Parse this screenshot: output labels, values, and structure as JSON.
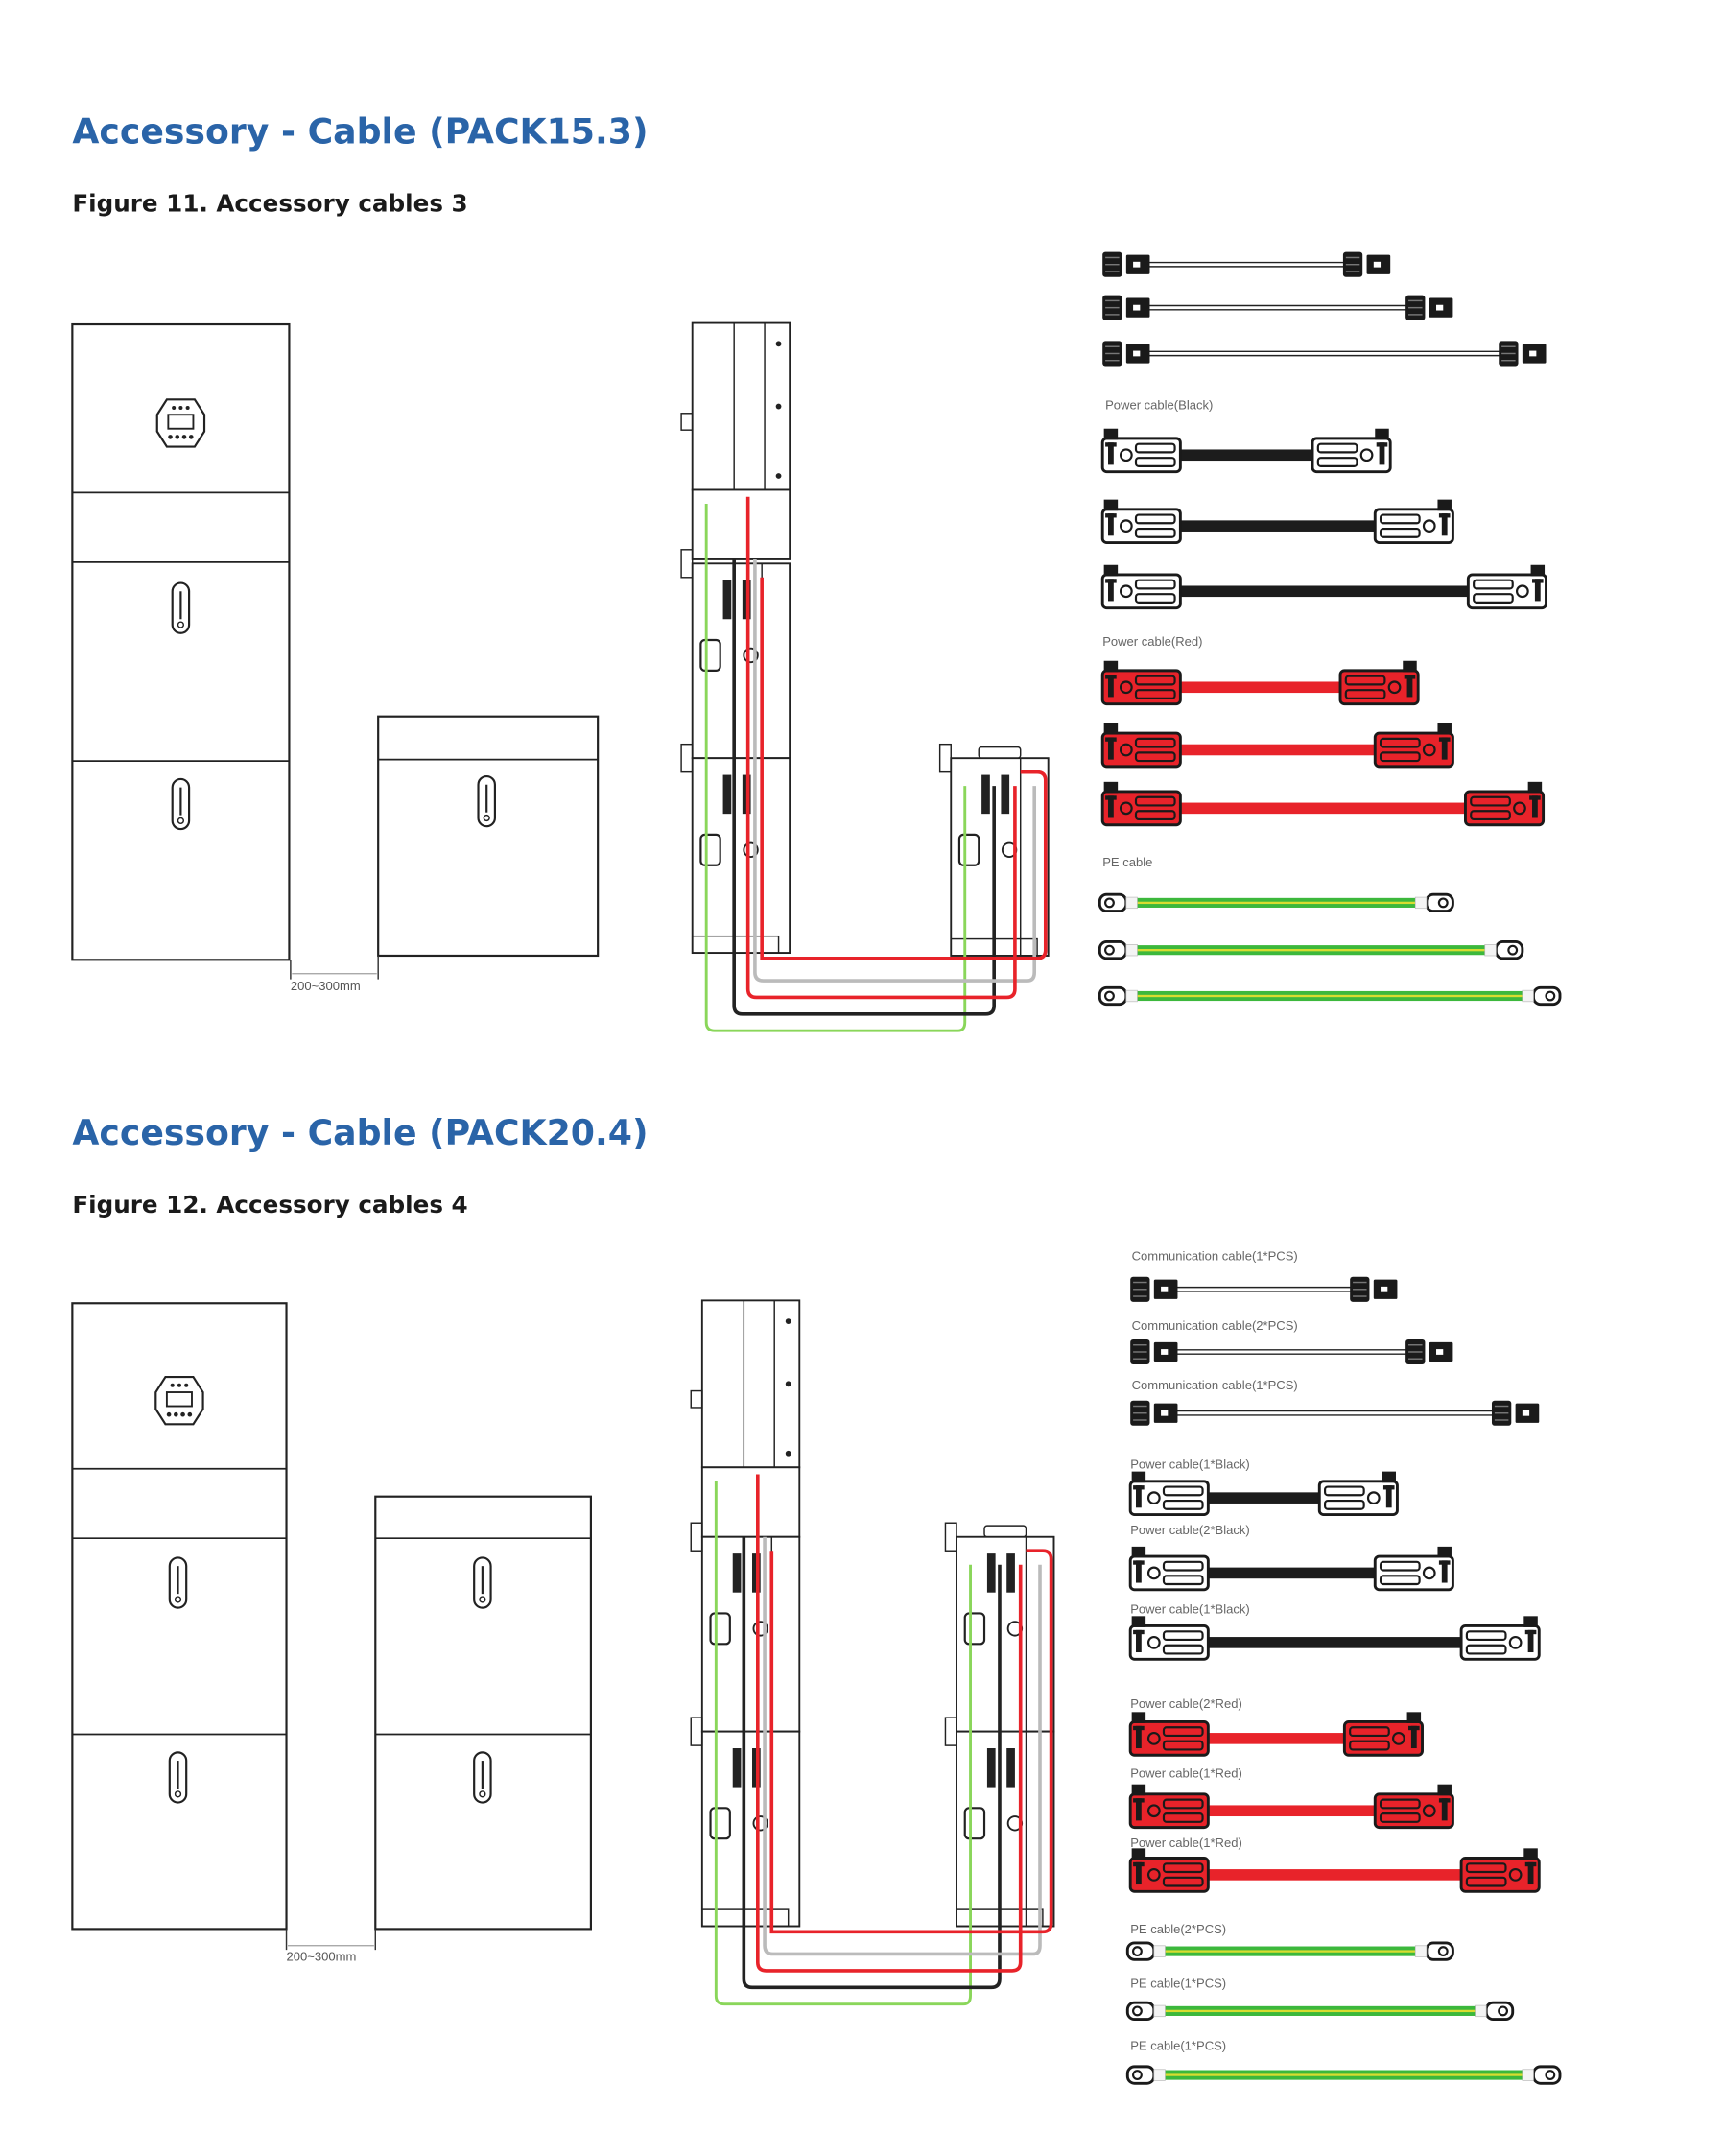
{
  "section1": {
    "title": "Accessory - Cable (PACK15.3)",
    "figure_caption": "Figure 11.   Accessory cables 3",
    "spacing_label": "200~300mm",
    "labels": {
      "power_black": "Power cable(Black)",
      "power_red": "Power cable(Red)",
      "pe": "PE cable"
    }
  },
  "section2": {
    "title": "Accessory - Cable (PACK20.4)",
    "figure_caption": "Figure 12.  Accessory cables 4",
    "spacing_label": "200~300mm",
    "labels": [
      "Communication cable(1*PCS)",
      "Communication cable(2*PCS)",
      "Communication cable(1*PCS)",
      "Power   cable(1*Black)",
      "Power   cable(2*Black)",
      "Power   cable(1*Black)",
      "Power   cable(2*Red)",
      "Power   cable(1*Red)",
      "Power   cable(1*Red)",
      "PE cable(2*PCS)",
      "PE cable(1*PCS)",
      "PE cable(1*PCS)"
    ]
  },
  "colors": {
    "heading": "#2a64a8",
    "power_red": "#e8232a",
    "power_black": "#1c1c1c",
    "pe_green": "#3cb83c",
    "pe_yellow": "#d8dc30"
  }
}
